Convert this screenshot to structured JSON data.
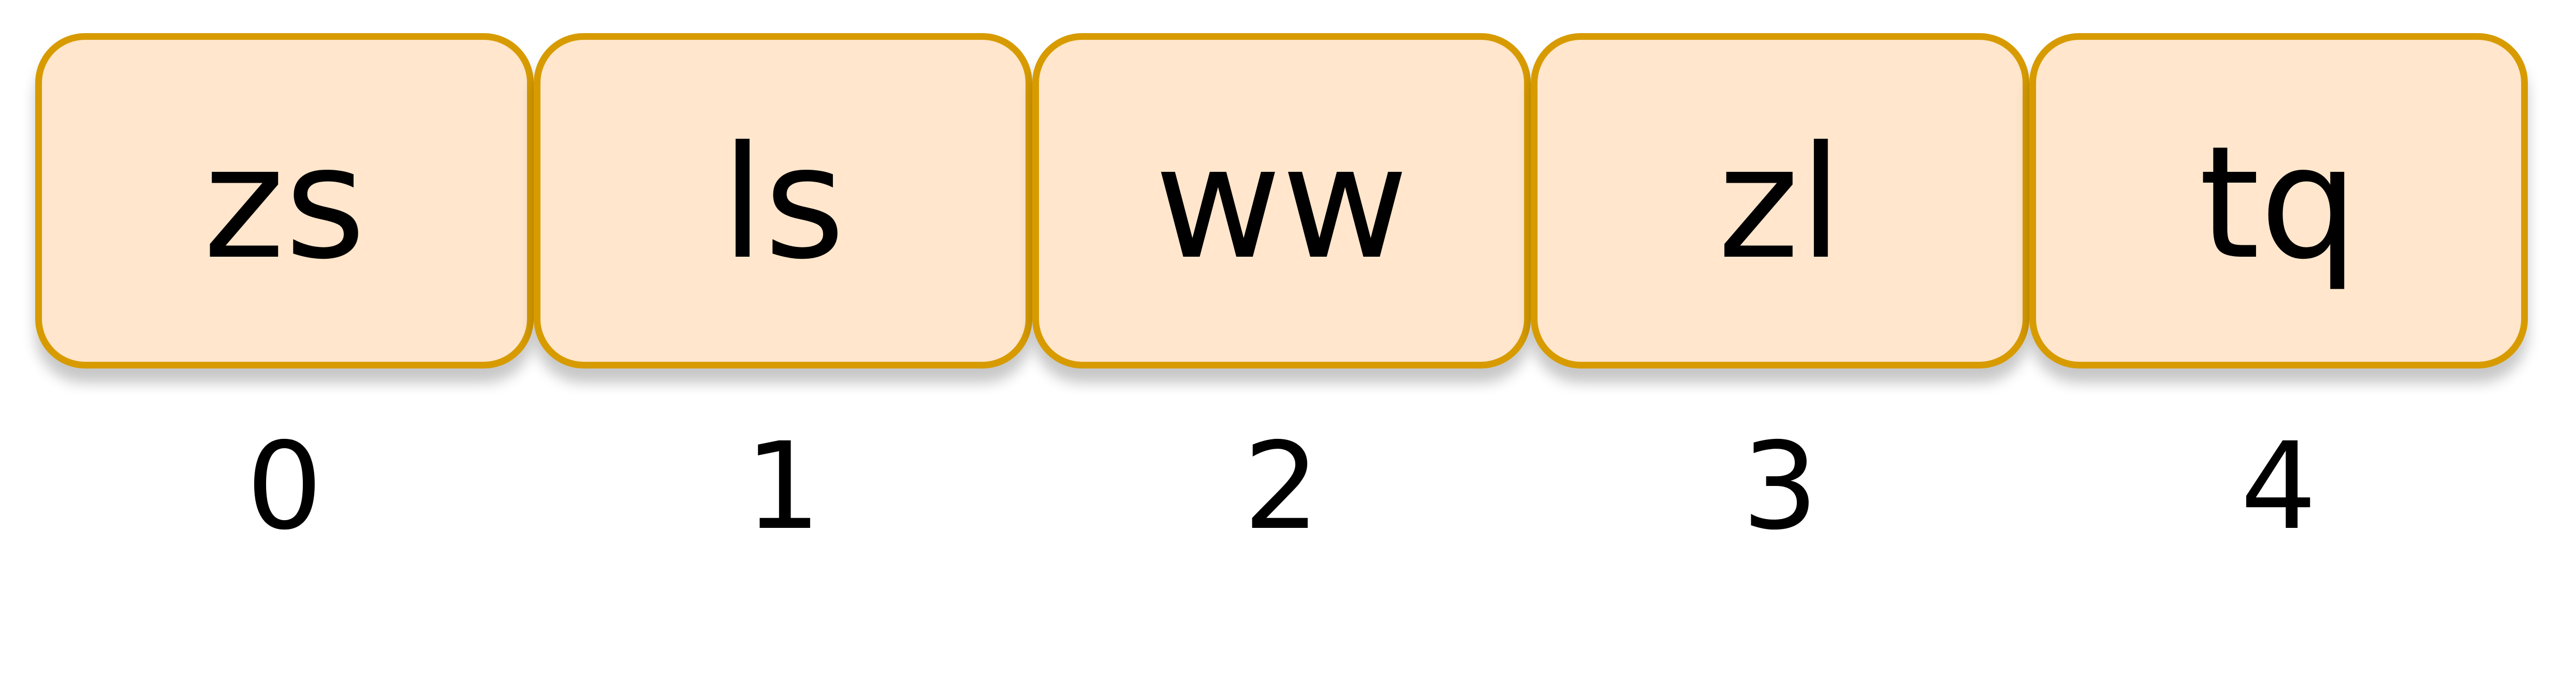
{
  "array": {
    "cells": [
      {
        "label": "zs",
        "index": "0"
      },
      {
        "label": "ls",
        "index": "1"
      },
      {
        "label": "ww",
        "index": "2"
      },
      {
        "label": "zl",
        "index": "3"
      },
      {
        "label": "tq",
        "index": "4"
      }
    ]
  },
  "colors": {
    "cell_fill": "#ffe6cc",
    "cell_border": "#d79b00",
    "text": "#000000"
  }
}
